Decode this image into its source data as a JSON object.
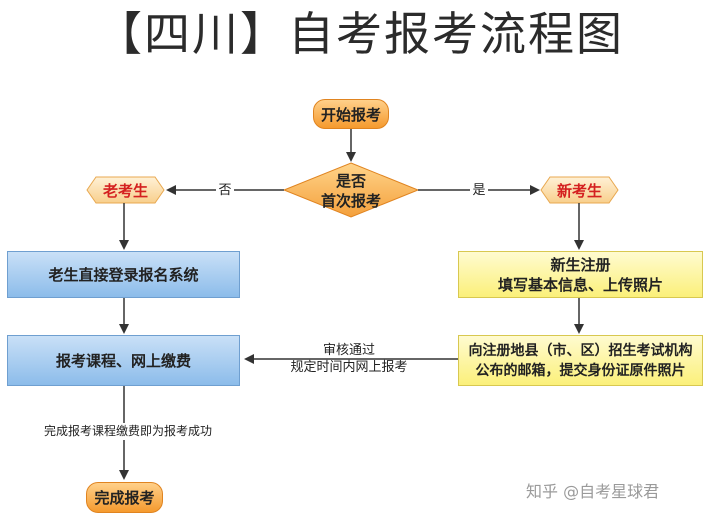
{
  "title": "【四川】自考报考流程图",
  "nodes": {
    "start": "开始报考",
    "decision_line1": "是否",
    "decision_line2": "首次报考",
    "old": "老考生",
    "new": "新考生",
    "old_login": "老生直接登录报名系统",
    "new_register_line1": "新生注册",
    "new_register_line2": "填写基本信息、上传照片",
    "new_mail_line1": "向注册地县（市、区）招生考试机构",
    "new_mail_line2": "公布的邮箱，提交身份证原件照片",
    "pay": "报考课程、网上缴费",
    "done": "完成报考"
  },
  "edges": {
    "no": "否",
    "yes": "是",
    "review_line1": "审核通过",
    "review_line2": "规定时间内网上报考",
    "success": "完成报考课程缴费即为报考成功"
  },
  "watermark": "知乎 @自考星球君",
  "colors": {
    "blue_fill": "#8cbcea",
    "yellow_fill": "#fbf07a",
    "orange_fill": "#f59a2e",
    "hex_fill": "#fde3b8",
    "label_red": "#d42020"
  }
}
